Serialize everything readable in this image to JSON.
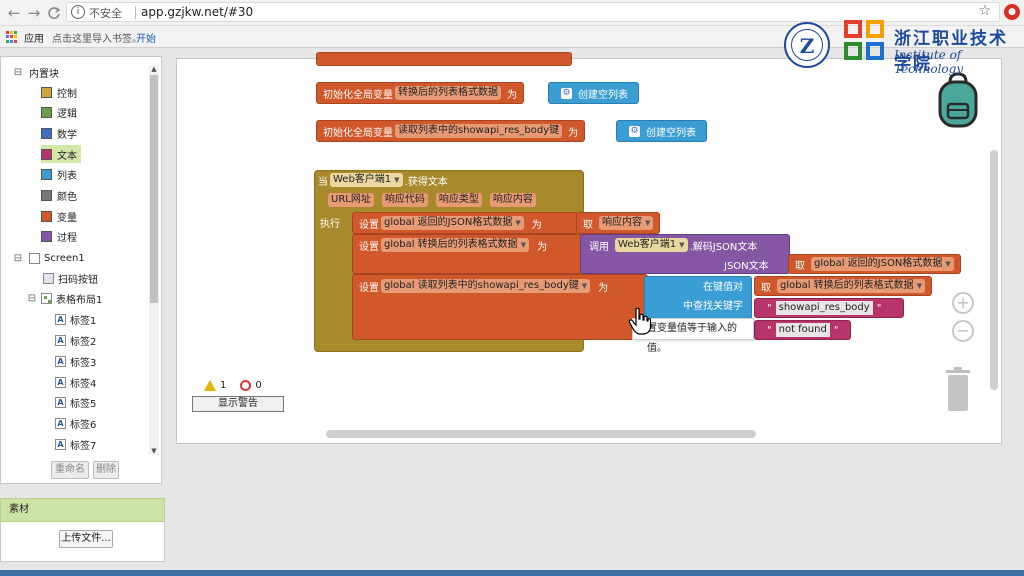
{
  "browser": {
    "back": "←",
    "forward": "→",
    "reload": "C",
    "security_label": "不安全",
    "url": "app.gzjkw.net/#30",
    "star": "☆",
    "bookmarks": {
      "apps": "应用",
      "import_hint": "点击这里导入书签。",
      "start": "开始"
    }
  },
  "logo": {
    "seal_letter": "Z",
    "name_cn": "浙江职业技术学院",
    "name_en": "Institute of Technology"
  },
  "palette": {
    "builtin_label": "内置块",
    "categories": [
      {
        "label": "控制",
        "color": "#c9a53b"
      },
      {
        "label": "逻辑",
        "color": "#6aa146"
      },
      {
        "label": "数学",
        "color": "#3f6fc4"
      },
      {
        "label": "文本",
        "color": "#b8356a"
      },
      {
        "label": "列表",
        "color": "#3a9ed5"
      },
      {
        "label": "颜色",
        "color": "#777777"
      },
      {
        "label": "变量",
        "color": "#d0582a"
      },
      {
        "label": "过程",
        "color": "#8456a3"
      }
    ],
    "screen": "Screen1",
    "components": [
      {
        "label": "扫码按钮"
      },
      {
        "label": "表格布局1"
      },
      {
        "label": "标签1"
      },
      {
        "label": "标签2"
      },
      {
        "label": "标签3"
      },
      {
        "label": "标签4"
      },
      {
        "label": "标签5"
      },
      {
        "label": "标签6"
      },
      {
        "label": "标签7"
      }
    ],
    "rename_label": "重命名",
    "delete_label": "删除"
  },
  "media": {
    "title": "素材",
    "upload_label": "上传文件..."
  },
  "blocks": {
    "init1": {
      "prefix": "初始化全局变量",
      "name": "转换后的列表格式数据",
      "as": "为",
      "value": "创建空列表"
    },
    "init2": {
      "prefix": "初始化全局变量",
      "name": "读取列表中的showapi_res_body键",
      "as": "为",
      "value": "创建空列表"
    },
    "event": {
      "when": "当",
      "component": "Web客户端1",
      "event_name": ".获得文本",
      "params": [
        "URL网址",
        "响应代码",
        "响应类型",
        "响应内容"
      ],
      "do": "执行"
    },
    "set1": {
      "set": "设置",
      "var": "global 返回的JSON格式数据",
      "to": "为",
      "get": "取",
      "get_var": "响应内容"
    },
    "set2": {
      "set": "设置",
      "var": "global 转换后的列表格式数据",
      "to": "为",
      "call": "调用",
      "component": "Web客户端1",
      "method": ".解码JSON文本",
      "arg_label": "JSON文本",
      "get": "取",
      "get_var": "global 返回的JSON格式数据"
    },
    "set3": {
      "set": "设置",
      "var": "global 读取列表中的showapi_res_body键",
      "to": "为",
      "lookup_pairs": "在键值对",
      "lookup_key": "中查找关键字",
      "get": "取",
      "get_var": "global 转换后的列表格式数据",
      "key_text": "showapi_res_body",
      "not_found": "not found"
    },
    "tooltip": "置变量值等于输入的值。"
  },
  "warnings": {
    "warning_count": "1",
    "error_count": "0",
    "show_label": "显示警告"
  },
  "controls": {
    "zoom_in": "+",
    "zoom_out": "−"
  }
}
